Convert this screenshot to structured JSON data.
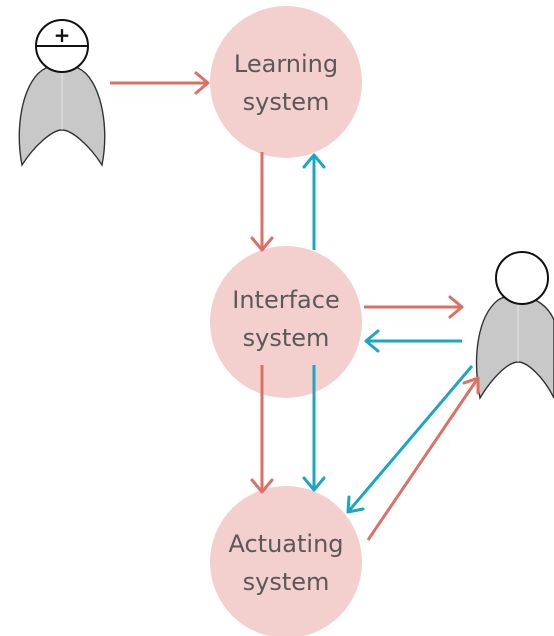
{
  "nodes": {
    "learning": {
      "line1": "Learning",
      "line2": "system"
    },
    "interface": {
      "line1": "Interface",
      "line2": "system"
    },
    "actuating": {
      "line1": "Actuating",
      "line2": "system"
    }
  },
  "figures": {
    "designer": {
      "icon": "person-with-plus-icon",
      "glyph": "+"
    },
    "user": {
      "icon": "person-icon"
    }
  },
  "colors": {
    "node_fill": "#f3cfcd",
    "arrow_red": "#dd7065",
    "arrow_blue": "#1ca6c6",
    "label_text": "#595959",
    "figure_fill": "#c8c8c8"
  }
}
